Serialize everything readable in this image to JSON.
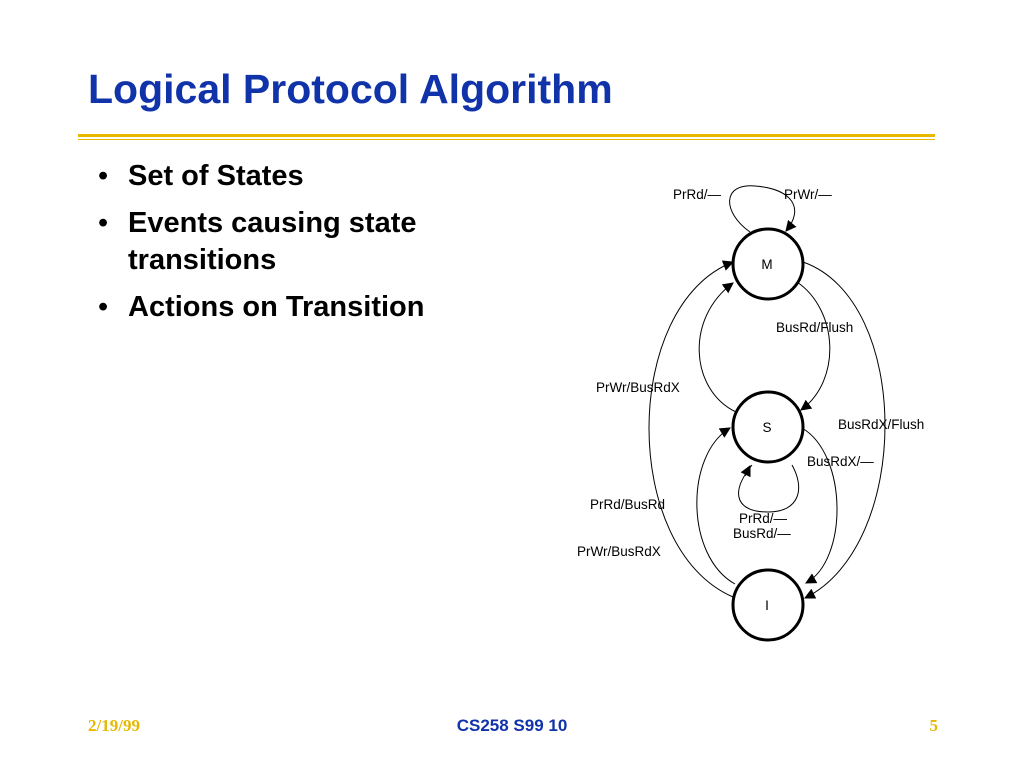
{
  "slide": {
    "title": "Logical Protocol Algorithm",
    "bullets": [
      "Set of States",
      "Events causing state transitions",
      "Actions on Transition"
    ],
    "bullet_glyph": "•"
  },
  "diagram": {
    "states": {
      "m": "M",
      "s": "S",
      "i": "I"
    },
    "labels": {
      "m_self_read": "PrRd/—",
      "m_self_write": "PrWr/—",
      "m_to_s": "BusRd/Flush",
      "s_to_m": "PrWr/BusRdX",
      "m_to_i": "BusRdX/Flush",
      "s_to_i": "BusRdX/—",
      "i_to_s": "PrRd/BusRd",
      "s_self_read": "PrRd/—",
      "s_self_busrd": "BusRd/—",
      "i_to_m": "PrWr/BusRdX"
    }
  },
  "footer": {
    "date": "2/19/99",
    "course": "CS258 S99 10",
    "page": "5"
  },
  "colors": {
    "title": "#1133aa",
    "rule": "#e6b800",
    "footer_date": "#e6b800",
    "footer_course": "#1133aa"
  }
}
